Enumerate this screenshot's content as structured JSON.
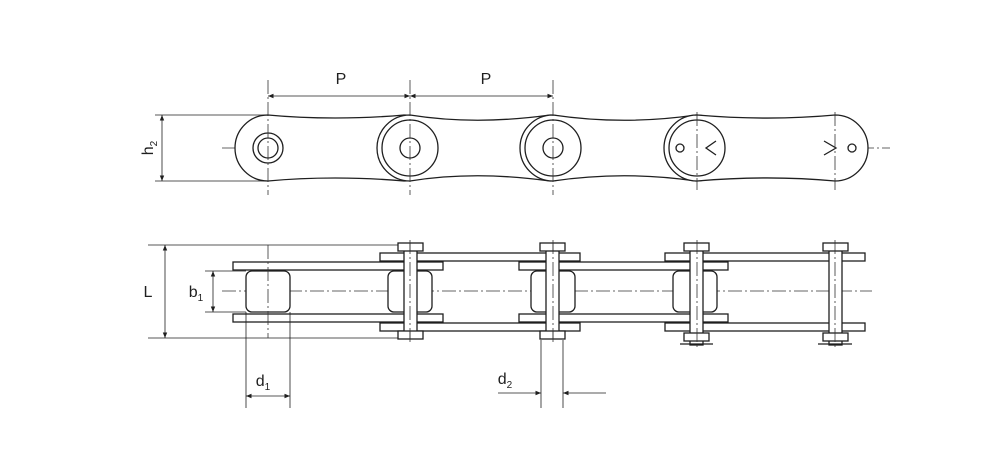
{
  "labels": {
    "pitch": "P",
    "plate_height": "h",
    "plate_height_sub": "2",
    "overall_length": "L",
    "inner_width": "b",
    "inner_width_sub": "1",
    "roller_diameter": "d",
    "roller_diameter_sub": "1",
    "pin_diameter": "d",
    "pin_diameter_sub": "2"
  }
}
